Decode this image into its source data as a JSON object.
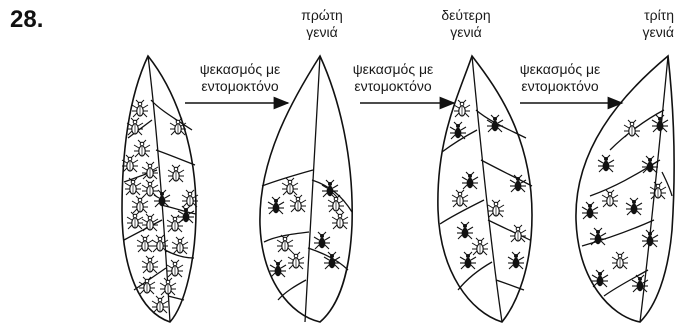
{
  "question_number": "28.",
  "generation_labels": [
    {
      "line1": "πρώτη",
      "line2": "γενιά"
    },
    {
      "line1": "δεύτερη",
      "line2": "γενιά"
    },
    {
      "line1": "τρίτη",
      "line2": "γενιά"
    }
  ],
  "arrow_label": {
    "line1": "ψεκασμός με",
    "line2": "εντομοκτόνο"
  },
  "legend_colors": {
    "light_insect": "#ffffff",
    "dark_insect": "#111111"
  },
  "leaves": [
    {
      "light_insects": 22,
      "dark_insects": 2
    },
    {
      "light_insects": 6,
      "dark_insects": 5
    },
    {
      "light_insects": 5,
      "dark_insects": 7
    },
    {
      "light_insects": 4,
      "dark_insects": 9
    }
  ]
}
